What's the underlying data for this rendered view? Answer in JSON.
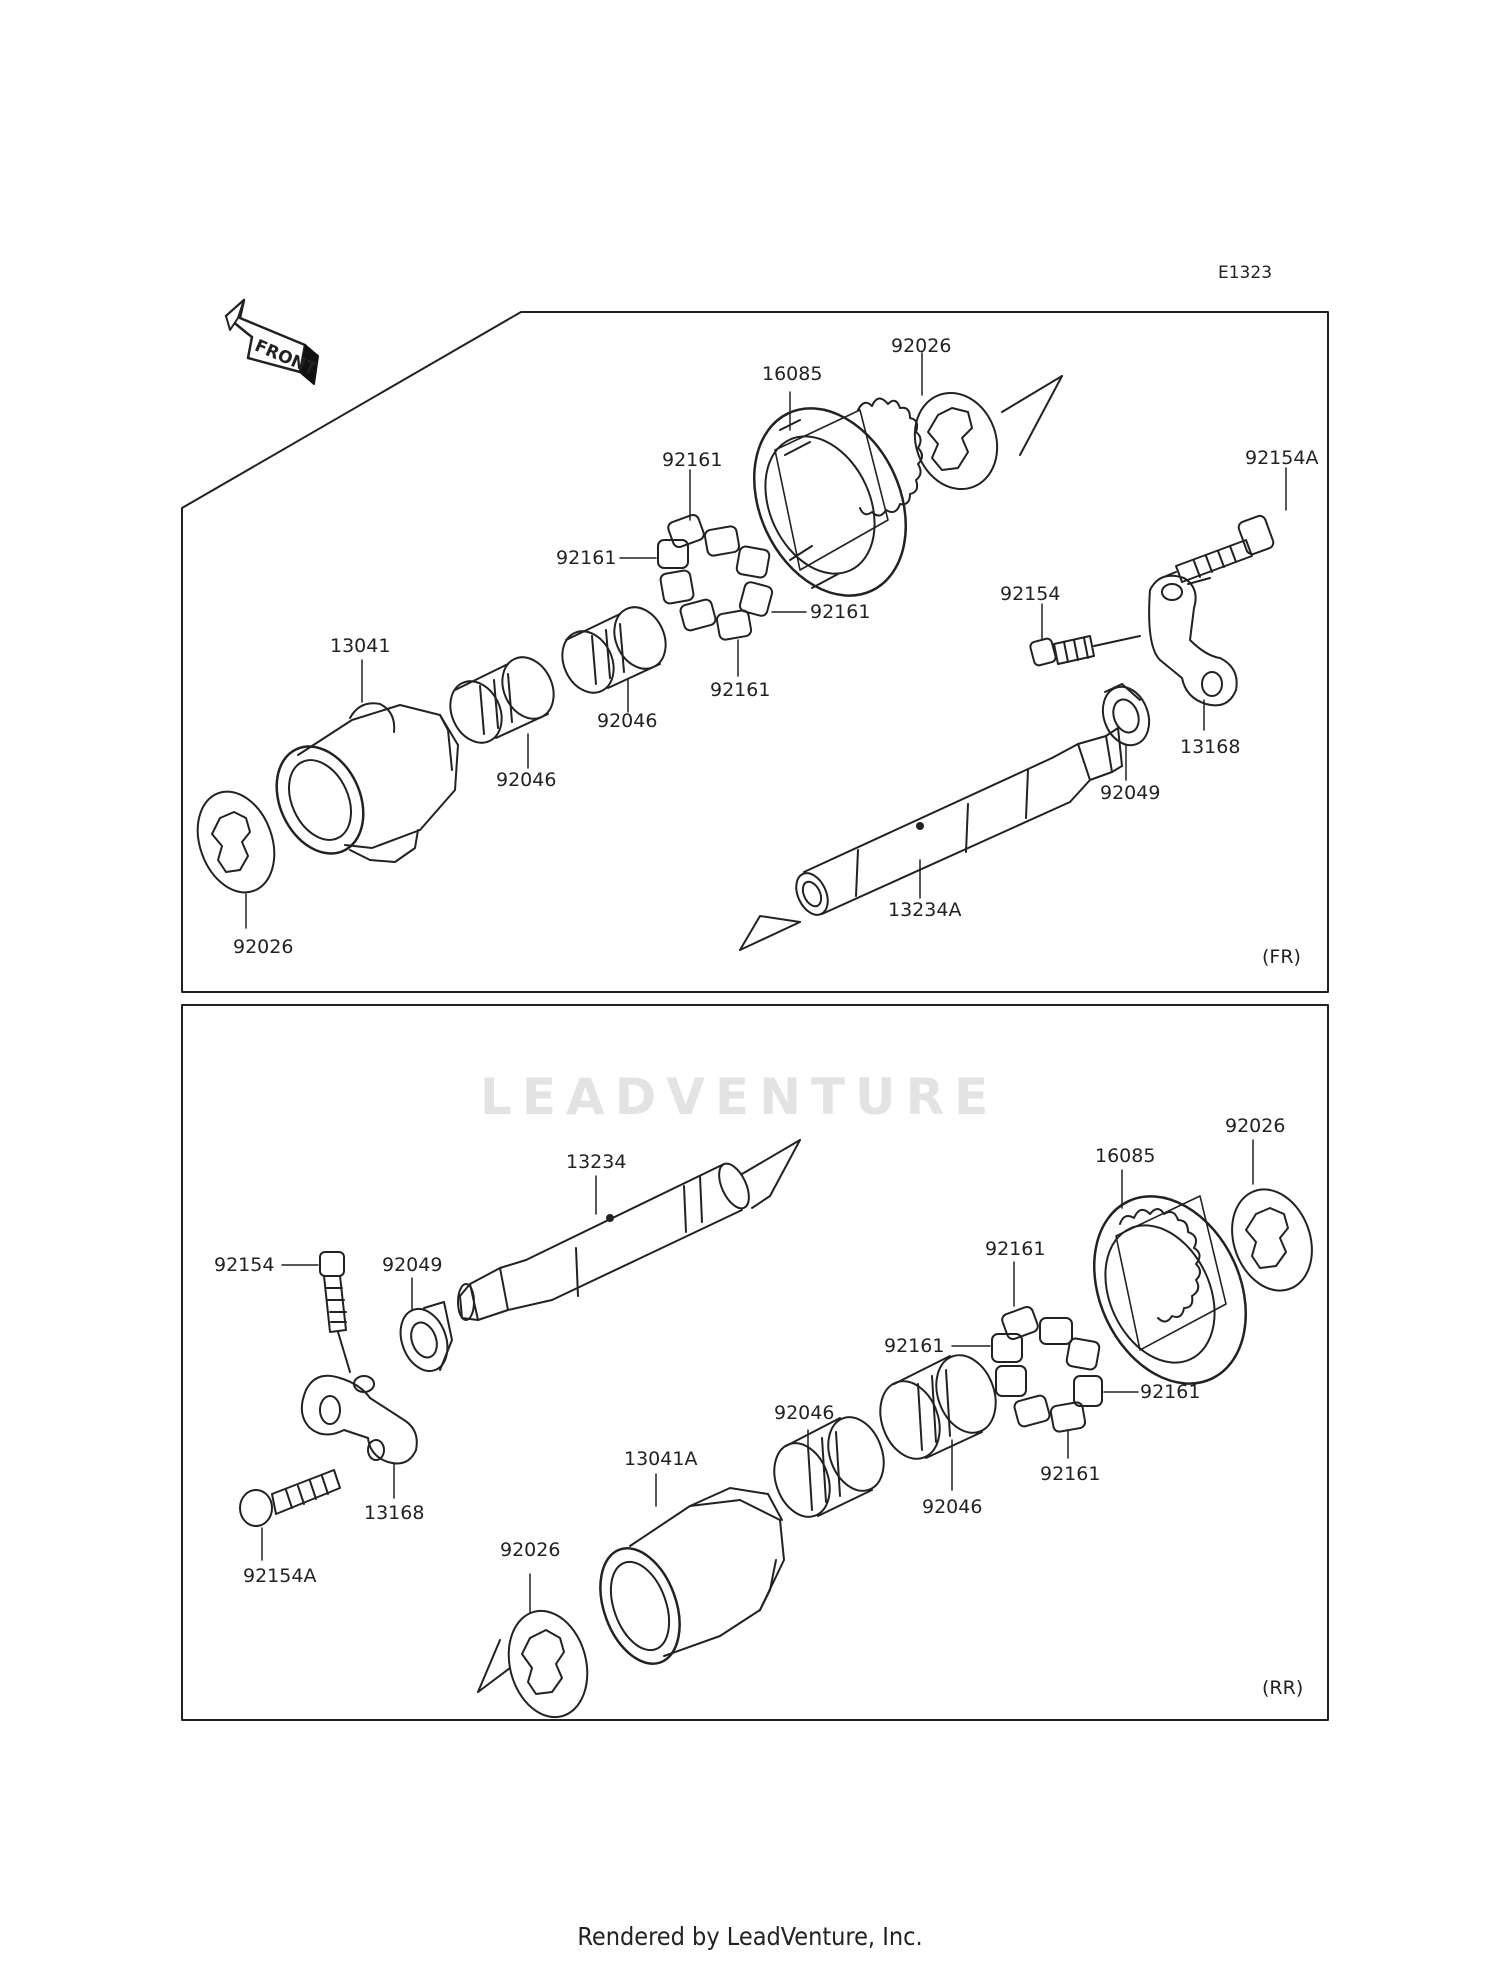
{
  "diagram_code": "E1323",
  "front_label": "FRONT",
  "watermark": "LEADVENTURE",
  "footer": "Rendered by LeadVenture, Inc.",
  "panels": [
    {
      "tag": "(FR)",
      "parts": [
        {
          "number": "92026"
        },
        {
          "number": "16085"
        },
        {
          "number": "92161"
        },
        {
          "number": "92161"
        },
        {
          "number": "92161"
        },
        {
          "number": "92161"
        },
        {
          "number": "92154A"
        },
        {
          "number": "92154"
        },
        {
          "number": "13041"
        },
        {
          "number": "92046"
        },
        {
          "number": "92046"
        },
        {
          "number": "13168"
        },
        {
          "number": "92049"
        },
        {
          "number": "92026"
        },
        {
          "number": "13234A"
        }
      ]
    },
    {
      "tag": "(RR)",
      "parts": [
        {
          "number": "13234"
        },
        {
          "number": "92026"
        },
        {
          "number": "16085"
        },
        {
          "number": "92154"
        },
        {
          "number": "92049"
        },
        {
          "number": "92161"
        },
        {
          "number": "92161"
        },
        {
          "number": "92161"
        },
        {
          "number": "92161"
        },
        {
          "number": "92046"
        },
        {
          "number": "13041A"
        },
        {
          "number": "92046"
        },
        {
          "number": "13168"
        },
        {
          "number": "92154A"
        },
        {
          "number": "92026"
        }
      ]
    }
  ]
}
